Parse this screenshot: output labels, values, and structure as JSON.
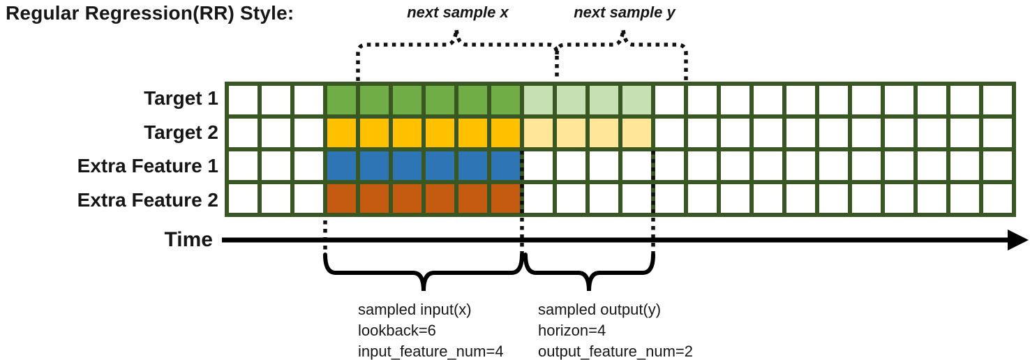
{
  "title": "Regular Regression(RR) Style:",
  "annotations": {
    "next_sample_x": "next sample x",
    "next_sample_y": "next sample y"
  },
  "rows": [
    {
      "label": "Target 1",
      "type": "target",
      "color": "#70AD47",
      "light_color": "#C6E0B4"
    },
    {
      "label": "Target 2",
      "type": "target",
      "color": "#FFC000",
      "light_color": "#FFE699"
    },
    {
      "label": "Extra Feature 1",
      "type": "extra",
      "color": "#2E75B6",
      "light_color": "#FFFFFF"
    },
    {
      "label": "Extra Feature 2",
      "type": "extra",
      "color": "#C55A11",
      "light_color": "#FFFFFF"
    }
  ],
  "grid": {
    "num_columns": 24,
    "input_start_col": 3,
    "lookback": 6,
    "horizon": 4,
    "border_color": "#385723",
    "empty_cell_color": "#FFFFFF"
  },
  "time_axis": {
    "label": "Time"
  },
  "input_annotation": {
    "lines": [
      "sampled input(x)",
      "lookback=6",
      "input_feature_num=4"
    ]
  },
  "output_annotation": {
    "lines": [
      "sampled output(y)",
      "horizon=4",
      "output_feature_num=2"
    ]
  }
}
